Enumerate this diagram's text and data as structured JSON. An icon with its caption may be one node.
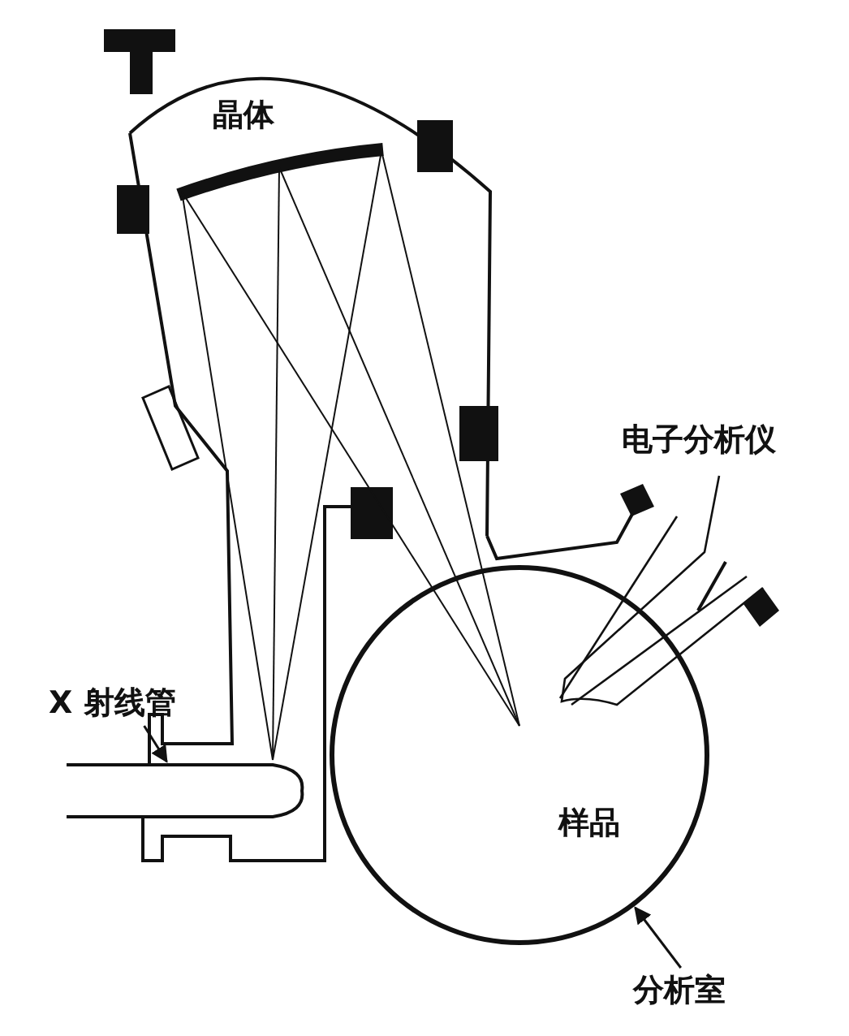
{
  "diagram": {
    "nodes": [
      {
        "text": [
          "X 射线管"
        ]
      },
      {
        "text": [],
        "shape": "box"
      },
      {
        "text": [
          "分析室"
        ]
      },
      {
        "text": [
          "样品"
        ]
      }
    ],
    "edges": [
      {
        "from": 0,
        "to": 1,
        "arrow": "to"
      },
      {
        "from": 2,
        "to": 3,
        "arrow": "to"
      }
    ],
    "labels": [
      "晶体",
      "电子分析仪"
    ]
  }
}
